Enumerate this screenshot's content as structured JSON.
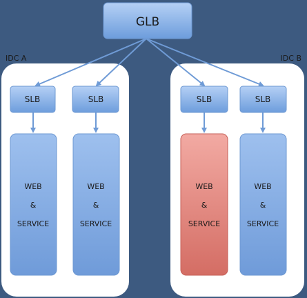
{
  "diagram": {
    "root": {
      "label": "GLB"
    },
    "groups": [
      {
        "label": "IDC A",
        "balancers": [
          {
            "label": "SLB",
            "service_label": [
              "WEB",
              "&",
              "SERVICE"
            ],
            "status": "normal"
          },
          {
            "label": "SLB",
            "service_label": [
              "WEB",
              "&",
              "SERVICE"
            ],
            "status": "normal"
          }
        ]
      },
      {
        "label": "IDC B",
        "balancers": [
          {
            "label": "SLB",
            "service_label": [
              "WEB",
              "&",
              "SERVICE"
            ],
            "status": "failed"
          },
          {
            "label": "SLB",
            "service_label": [
              "WEB",
              "&",
              "SERVICE"
            ],
            "status": "normal"
          }
        ]
      }
    ],
    "colors": {
      "background": "#3d5a80",
      "node_blue": "#7fa9e2",
      "node_blue_light": "#aac8f2",
      "node_red": "#d9736b",
      "node_red_light": "#f0a39c",
      "group_fill": "#ffffff",
      "arrow": "#6f9bd6",
      "text": "#1a1a1a"
    }
  }
}
